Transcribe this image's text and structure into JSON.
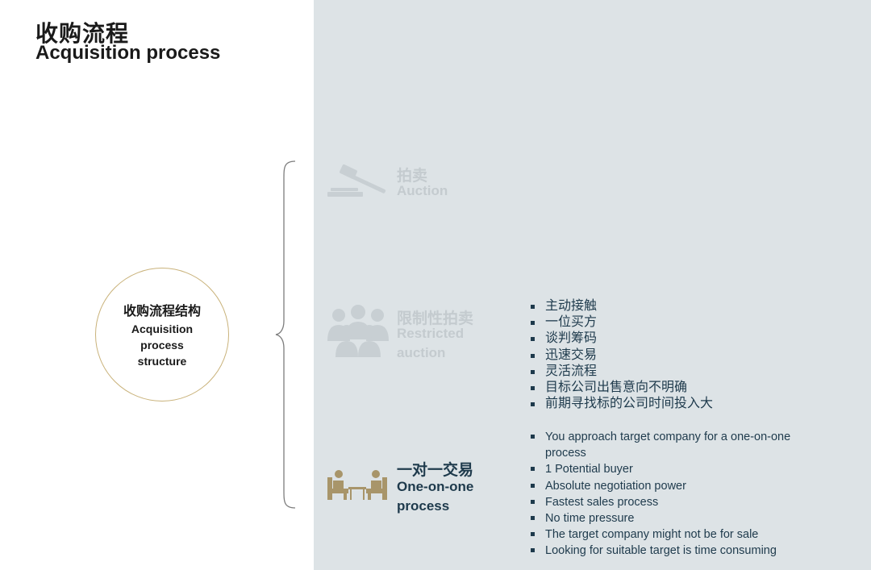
{
  "header": {
    "title_zh": "收购流程",
    "title_en": "Acquisition process"
  },
  "center": {
    "label_zh": "收购流程结构",
    "label_en": "Acquisition process structure"
  },
  "categories": [
    {
      "label_zh": "拍卖",
      "label_en": "Auction",
      "icon": "gavel-icon",
      "state": "faded"
    },
    {
      "label_zh": "限制性拍卖",
      "label_en": "Restricted auction",
      "icon": "group-icon",
      "state": "faded"
    },
    {
      "label_zh": "一对一交易",
      "label_en": "One-on-one process",
      "icon": "meeting-icon",
      "state": "active"
    }
  ],
  "details": {
    "zh_points": [
      "主动接触",
      "一位买方",
      "谈判筹码",
      "迅速交易",
      "灵活流程",
      "目标公司出售意向不明确",
      "前期寻找标的公司时间投入大"
    ],
    "en_points": [
      "You approach target company for a one-on-one process",
      "1 Potential buyer",
      "Absolute negotiation power",
      "Fastest sales process",
      "No time pressure",
      "The target company might not be for sale",
      "Looking for suitable target is time consuming"
    ]
  },
  "colors": {
    "panel_bg": "#dde3e6",
    "accent_gold": "#c9b27a",
    "icon_gold": "#a8956a",
    "text_dark": "#1e3a4c",
    "text_faded": "#c4cbcf"
  }
}
